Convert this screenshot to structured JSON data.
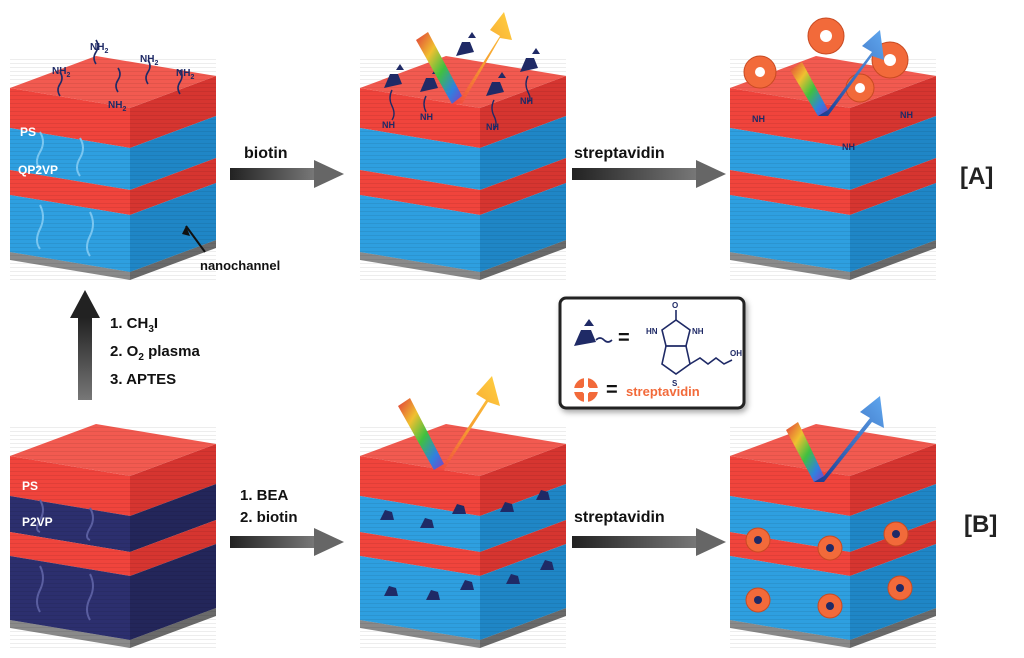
{
  "labels": {
    "ps": "PS",
    "qp2vp": "QP2VP",
    "p2vp": "P2VP",
    "nanochannel": "nanochannel",
    "nh2": "NH",
    "nh2_sub": "2",
    "nh": "NH",
    "biotin": "biotin",
    "streptavidin": "streptavidin",
    "row_a": "[A]",
    "row_b": "[B]"
  },
  "steps": {
    "s1_pre": "1. CH",
    "s1_sub": "3",
    "s1_post": "I",
    "s2_pre": "2. O",
    "s2_sub": "2",
    "s2_post": " plasma",
    "s3": "3. APTES"
  },
  "bottom_steps": {
    "b1": "1. BEA",
    "b2": "2. biotin"
  },
  "legend": {
    "eq": "=",
    "biotin_atoms": {
      "hn": "HN",
      "nh": "NH",
      "o": "O",
      "oh": "OH",
      "s": "S"
    },
    "streptavidin_label": "streptavidin"
  },
  "colors": {
    "ps_red": "#f0443c",
    "qp2vp_blue": "#2e9fe0",
    "p2vp_navy": "#2c2f6e",
    "substrate_gray": "#9a9a9a",
    "arrow_gray": "#444444",
    "streptavidin_orange": "#f26a3a",
    "biotin_navy": "#1f2a66"
  }
}
